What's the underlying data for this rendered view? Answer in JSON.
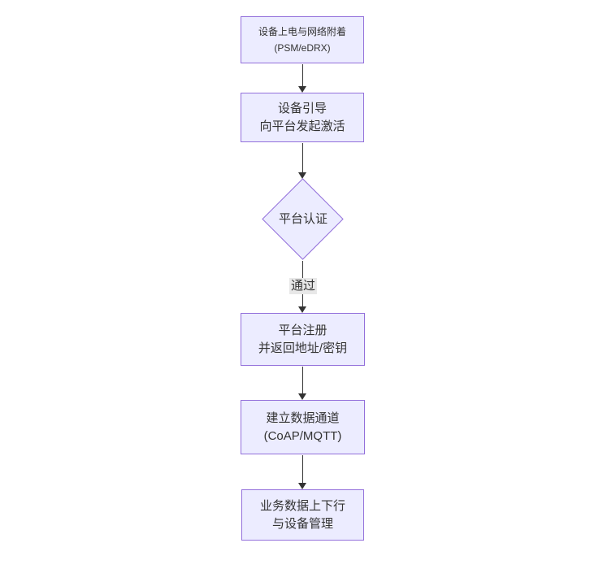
{
  "diagram": {
    "kind": "flowchart",
    "direction": "top-down",
    "nodes": [
      {
        "id": "A",
        "shape": "rect",
        "line1": "设备上电与网络附着",
        "line2": "(PSM/eDRX)"
      },
      {
        "id": "B",
        "shape": "rect",
        "line1": "设备引导",
        "line2": "向平台发起激活"
      },
      {
        "id": "C",
        "shape": "diamond",
        "line1": "平台认证"
      },
      {
        "id": "D",
        "shape": "rect",
        "line1": "平台注册",
        "line2": "并返回地址/密钥"
      },
      {
        "id": "E",
        "shape": "rect",
        "line1": "建立数据通道",
        "line2": "(CoAP/MQTT)"
      },
      {
        "id": "F",
        "shape": "rect",
        "line1": "业务数据上下行",
        "line2": "与设备管理"
      }
    ],
    "edges": [
      {
        "from": "A",
        "to": "B",
        "label": ""
      },
      {
        "from": "B",
        "to": "C",
        "label": ""
      },
      {
        "from": "C",
        "to": "D",
        "label": "通过"
      },
      {
        "from": "D",
        "to": "E",
        "label": ""
      },
      {
        "from": "E",
        "to": "F",
        "label": ""
      }
    ],
    "colors": {
      "node_fill": "#ECECFF",
      "node_border": "#9370DB",
      "edge": "#333333",
      "edge_label_bg": "#e8e8e8",
      "text": "#333333",
      "background": "#ffffff"
    }
  }
}
